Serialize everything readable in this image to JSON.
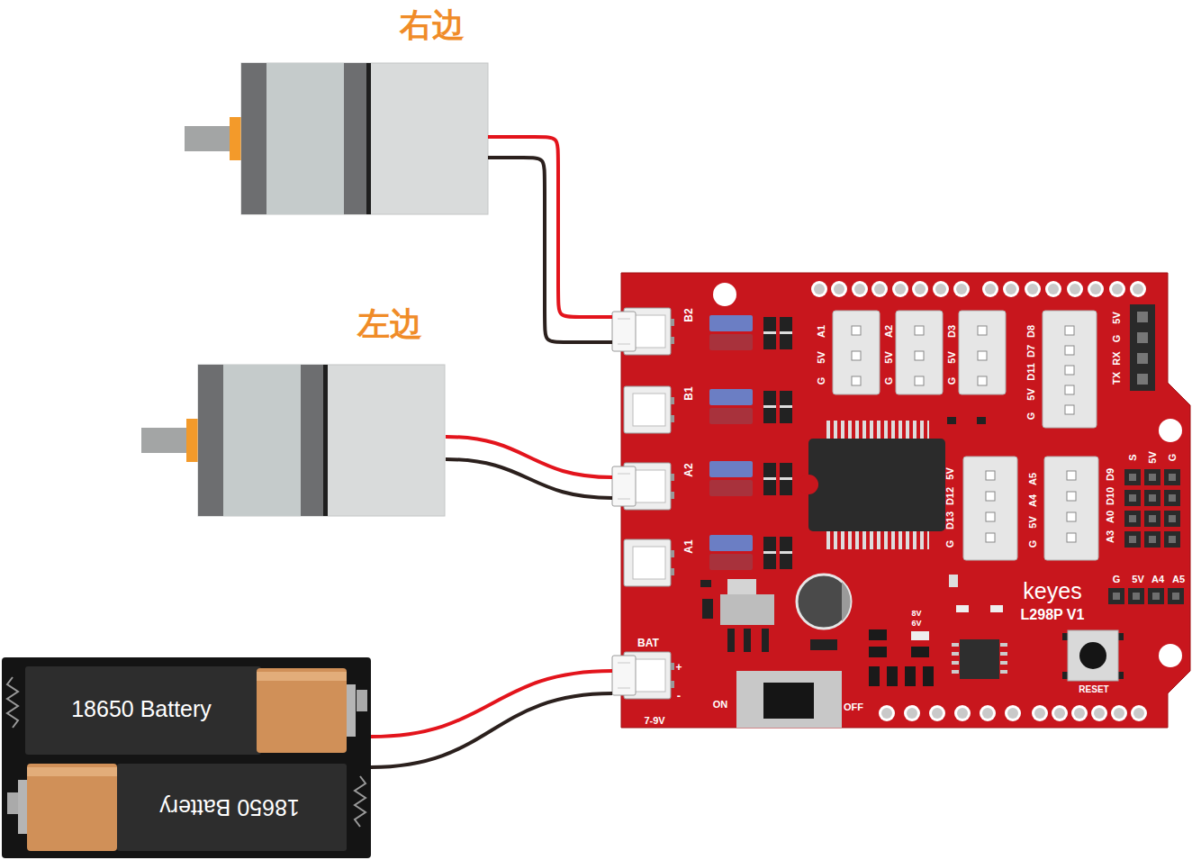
{
  "diagram": {
    "nodes": [
      {
        "text": [
          "右边"
        ]
      },
      {
        "text": [
          "左边"
        ]
      },
      {
        "text": [
          "keyes",
          "L298P V1"
        ]
      },
      {
        "text": [
          "B2"
        ],
        "in": 2
      },
      {
        "text": [
          "B1"
        ],
        "in": 2
      },
      {
        "text": [
          "A2"
        ],
        "in": 2
      },
      {
        "text": [
          "A1"
        ],
        "in": 2
      },
      {
        "text": [
          "BAT"
        ],
        "in": 2
      },
      {
        "text": [
          "18650 Battery"
        ]
      },
      {
        "text": [
          "18650 Battery"
        ]
      }
    ],
    "edges": [
      {
        "from": 0,
        "to": 3,
        "arrow": "none"
      },
      {
        "from": 1,
        "to": 5,
        "arrow": "none"
      },
      {
        "from": 8,
        "to": 7,
        "arrow": "none"
      }
    ],
    "labels": [
      "G",
      "5V",
      "A1",
      "G",
      "5V",
      "A2",
      "G",
      "5V",
      "D3",
      "G",
      "5V",
      "D11",
      "D7",
      "D8",
      "TX",
      "RX",
      "G",
      "5V",
      "G",
      "D13",
      "D12",
      "5V",
      "G",
      "5V",
      "A4",
      "A5",
      "A3",
      "A0",
      "D10",
      "D9",
      "S",
      "5V",
      "G",
      "G",
      "5V",
      "A4",
      "A5",
      "8V",
      "6V",
      "+",
      "-",
      "7-9V",
      "ON",
      "OFF",
      "RESET"
    ]
  }
}
